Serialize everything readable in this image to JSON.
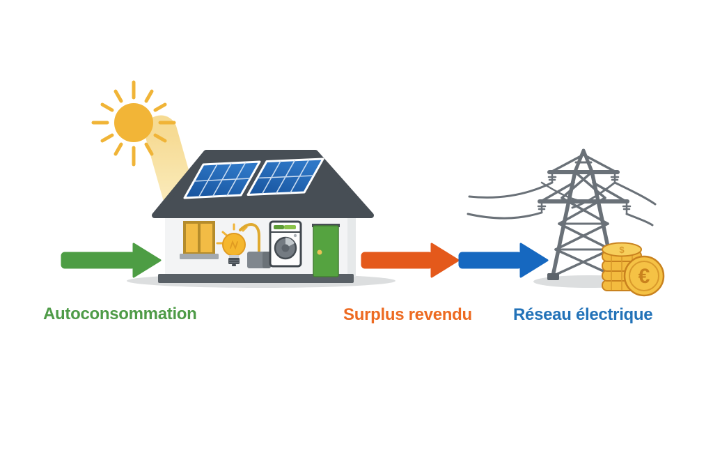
{
  "diagram": {
    "labels": {
      "self_consumption": {
        "text": "Autoconsommation",
        "color": "#4e9b47"
      },
      "surplus": {
        "text": "Surplus revendu",
        "color": "#ed6a21"
      },
      "grid": {
        "text": "Réseau électrique",
        "color": "#2272b8"
      }
    },
    "coins": {
      "dollar_symbol": "$",
      "euro_symbol": "€"
    },
    "colors": {
      "background": "#ffffff",
      "arrow_self_consumption": "#4d9d44",
      "arrow_surplus": "#e4591b",
      "arrow_grid": "#1668c0",
      "sun": "#f2b537",
      "sun_beam": "#f8e2a2",
      "roof": "#474e55",
      "wall": "#f3f4f5",
      "house_base": "#596066",
      "door": "#55a340",
      "window": "#f2bc45",
      "solar_panel": "#1e63b1",
      "pylon": "#6a7178",
      "coin_gold": "#f5c245",
      "coin_outline": "#c9821e",
      "shadow": "#dcdedf"
    }
  }
}
